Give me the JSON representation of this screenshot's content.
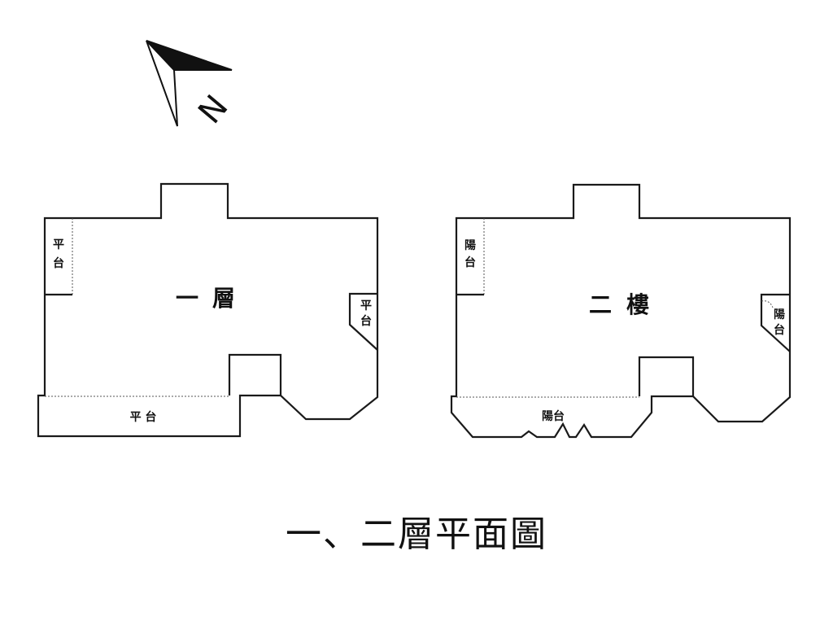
{
  "compass": {
    "north_letter": "N"
  },
  "floor1": {
    "title_char1": "一",
    "title_char2": "層",
    "left_terrace": [
      "平",
      "台"
    ],
    "right_terrace": [
      "平",
      "台"
    ],
    "bottom_terrace": "平 台"
  },
  "floor2": {
    "title_char1": "二",
    "title_char2": "樓",
    "left_balcony": [
      "陽",
      "台"
    ],
    "right_balcony": [
      "陽",
      "台"
    ],
    "bottom_balcony": "陽台"
  },
  "caption": "一、二層平面圖"
}
